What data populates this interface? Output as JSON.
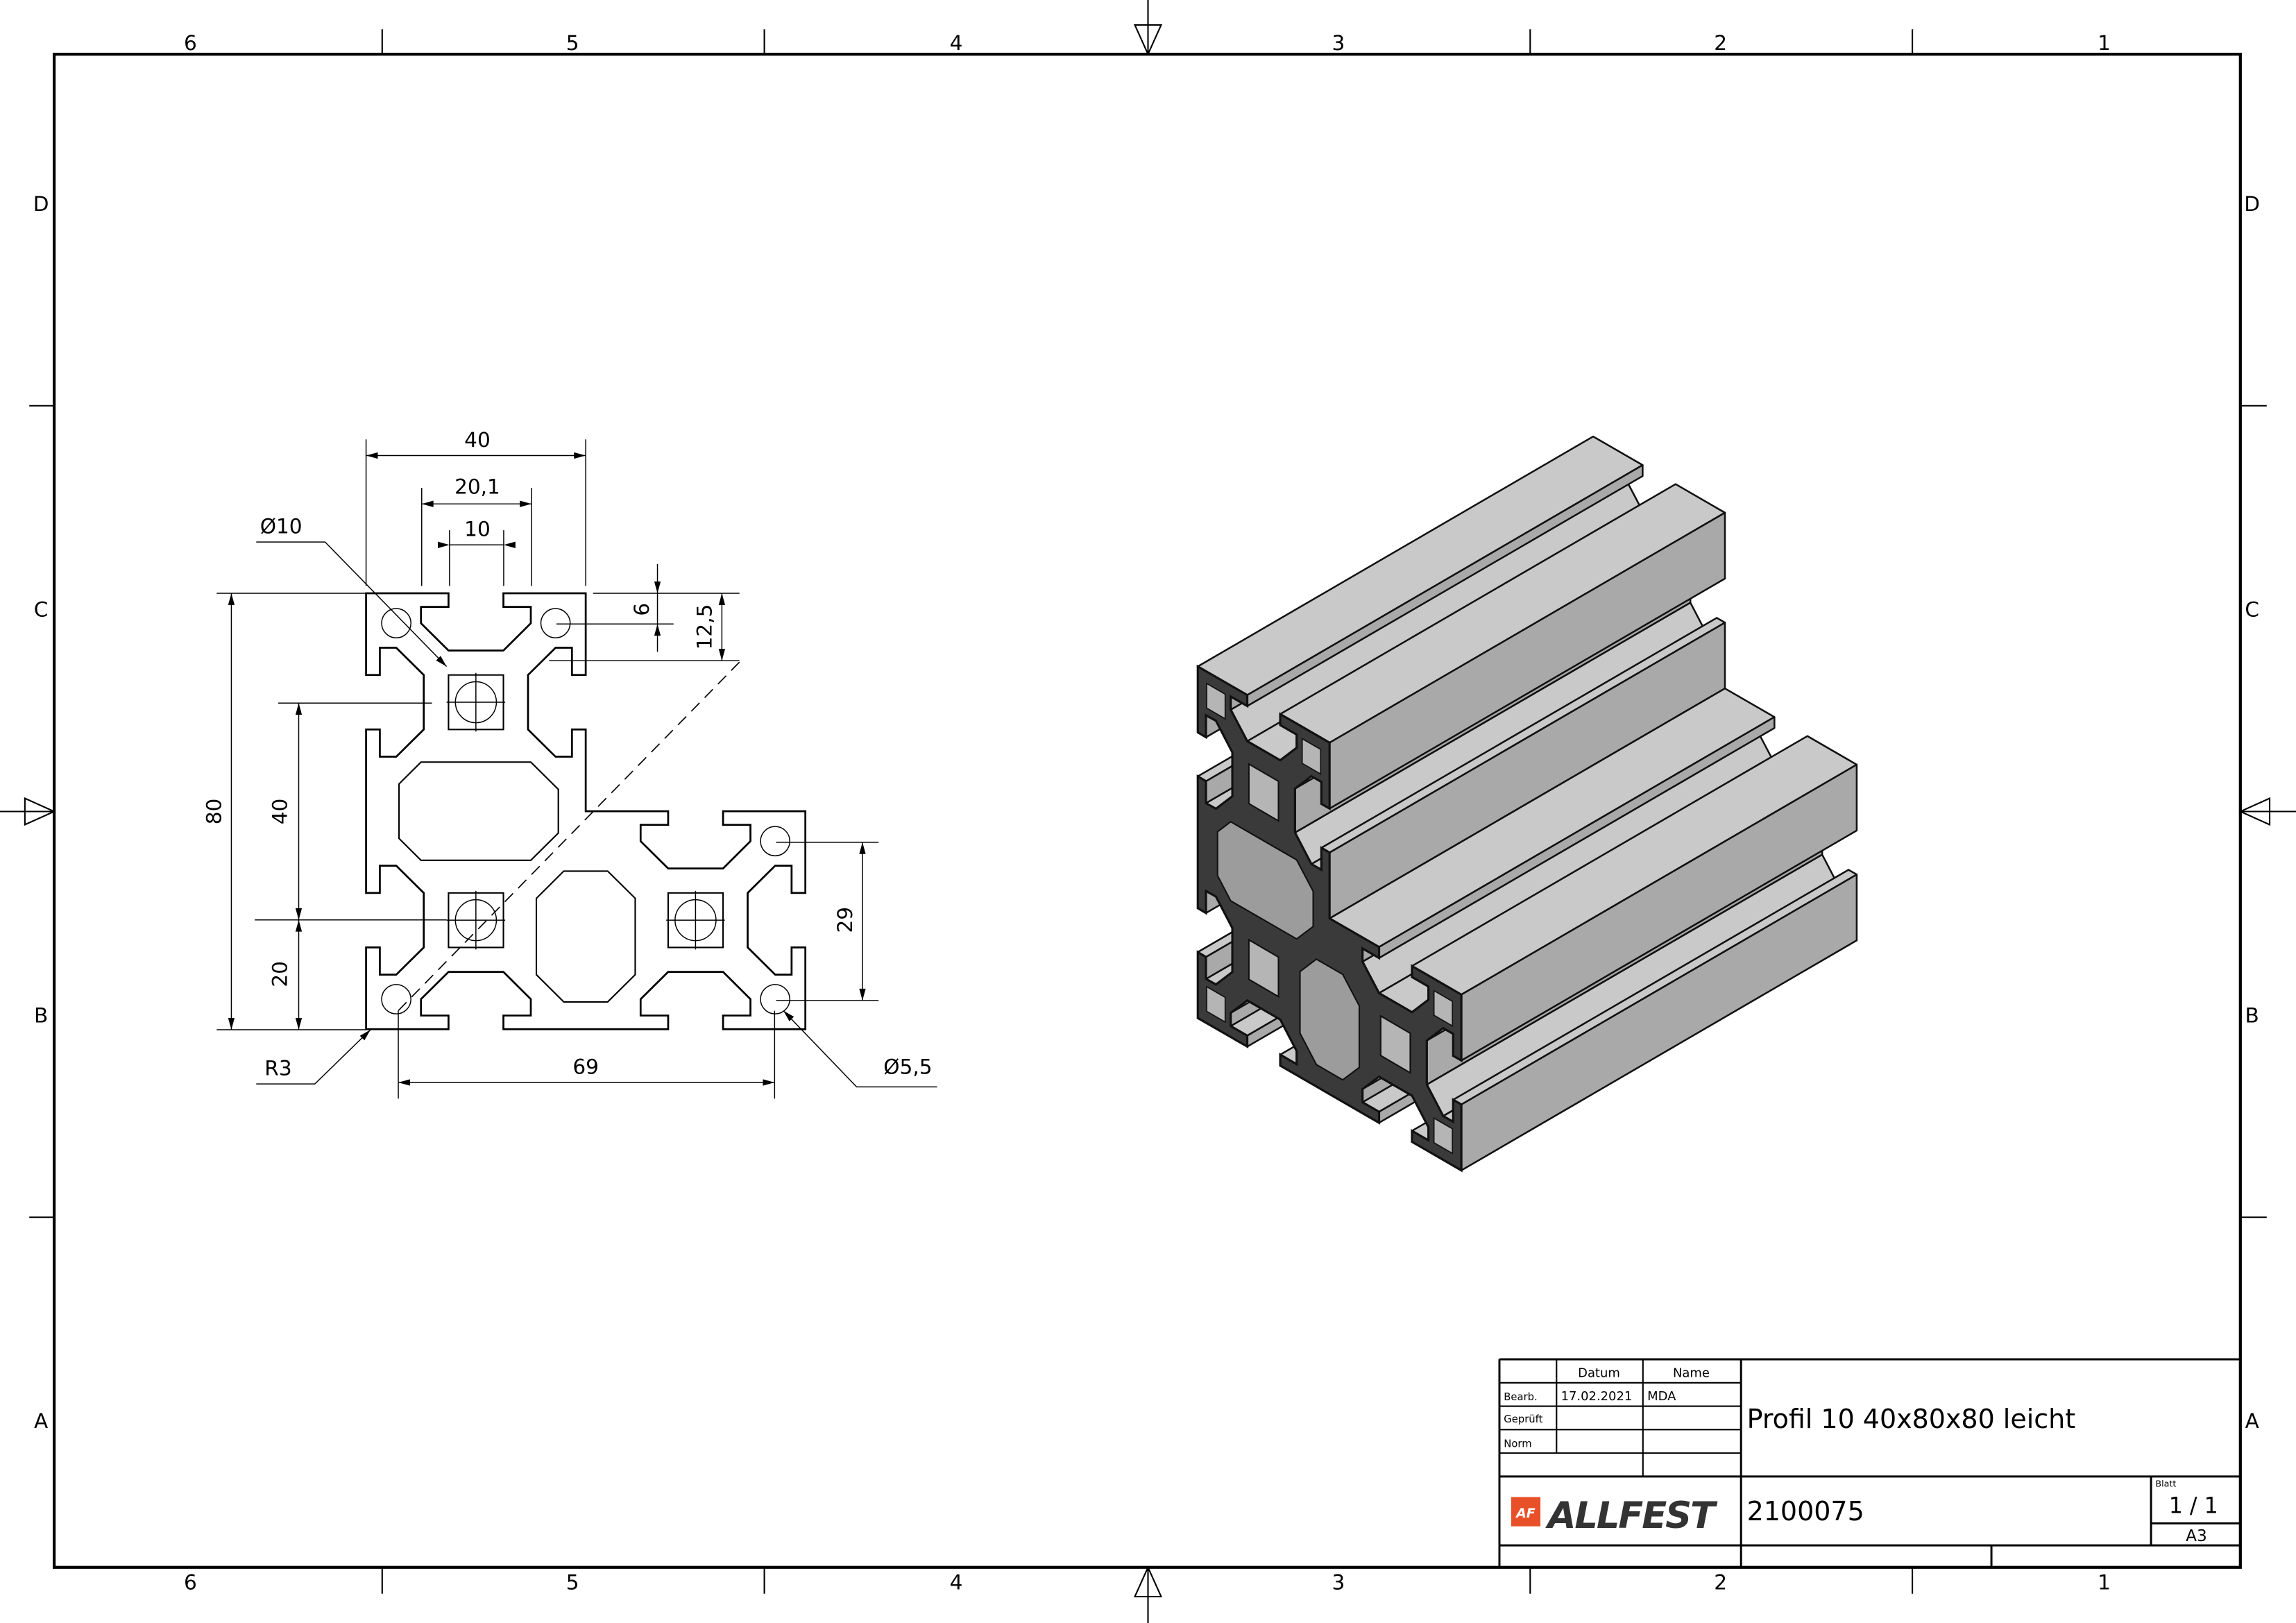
{
  "sheet": {
    "columns": [
      "6",
      "5",
      "4",
      "3",
      "2",
      "1"
    ],
    "rows": [
      "D",
      "C",
      "B",
      "A"
    ]
  },
  "dimensions": {
    "width_40": "40",
    "slot_20_1": "20,1",
    "slot_10": "10",
    "hole_10": "Ø10",
    "height_80": "80",
    "pitch_40": "40",
    "offset_20": "20",
    "depth_6": "6",
    "depth_12_5": "12,5",
    "pitch_29": "29",
    "width_69": "69",
    "radius_3": "R3",
    "hole_5_5": "Ø5,5"
  },
  "title_block": {
    "header_datum": "Datum",
    "header_name": "Name",
    "rows": [
      {
        "label": "Bearb.",
        "date": "17.02.2021",
        "name": "MDA"
      },
      {
        "label": "Geprüft"
      },
      {
        "label": "Norm"
      }
    ],
    "title": "Profil 10 40x80x80 leicht",
    "drawing_number": "2100075",
    "sheet_label": "Blatt",
    "sheet_number": "1 / 1",
    "format": "A3",
    "logo_text": "ALLFEST",
    "logo_mark": "AF"
  },
  "colors": {
    "logo_accent": "#e8502a",
    "logo_text": "#333333",
    "section_fill": "#3a3a3a",
    "face_top": "#c9c9c9",
    "face_side": "#a9a9a9"
  }
}
